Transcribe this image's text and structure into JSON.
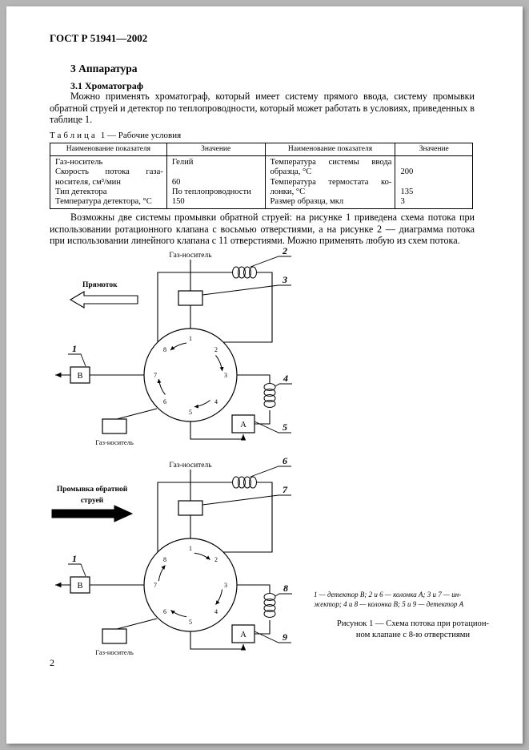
{
  "doc": {
    "header": "ГОСТ Р 51941—2002",
    "section_title": "3 Аппаратура",
    "subsection_title": "3.1 Хроматограф",
    "paragraph1": "Можно применять хроматограф, который имеет систему прямого ввода, систему промывки обратной струей и детектор по теплопроводности, который может работать в условиях, приведенных в таблице 1.",
    "paragraph2": "Возможны две системы промывки обратной струей: на рисунке 1 приведена схема потока при использовании ротационного клапана с восьмью отверстиями, а на рисунке 2 — диаграмма потока при использовании линейного клапана с 11 отверстиями. Можно применять любую из схем потока.",
    "page_number": "2"
  },
  "table": {
    "caption_word": "Таблица",
    "caption_rest": "1 — Рабочие условия",
    "headers": [
      "Наименование показателя",
      "Значение",
      "Наименование показателя",
      "Значение"
    ],
    "col1": [
      "Газ-носитель",
      "Скорость потока газа-",
      "носителя, см³/мин",
      "Тип детектора",
      "Температура детектора, °С"
    ],
    "col2": [
      "Гелий",
      "",
      "60",
      "По теплопроводности",
      "150"
    ],
    "col3": [
      "Температура системы ввода",
      "образца, °С",
      "Температура термостата ко-",
      "лонки, °С",
      "Размер образца, мкл"
    ],
    "col4": [
      "",
      "200",
      "",
      "135",
      "3"
    ]
  },
  "figure1": {
    "gas_in_label": "Газ-носитель",
    "mode_label": "Прямоток",
    "supply_label": "Газ-носитель",
    "detector_b_label": "В",
    "detector_a_label": "А",
    "ports": [
      "1",
      "2",
      "3",
      "4",
      "5",
      "6",
      "7",
      "8"
    ],
    "callouts": {
      "c1": "1",
      "c2": "2",
      "c3": "3",
      "c4": "4",
      "c5": "5"
    }
  },
  "figure2": {
    "gas_in_label": "Газ-носитель",
    "mode_label_line1": "Промывка обратной",
    "mode_label_line2": "струей",
    "supply_label": "Газ-носитель",
    "detector_b_label": "В",
    "detector_a_label": "А",
    "ports": [
      "1",
      "2",
      "3",
      "4",
      "5",
      "6",
      "7",
      "8"
    ],
    "callouts": {
      "c1": "1",
      "c6": "6",
      "c7": "7",
      "c8": "8",
      "c9": "9"
    }
  },
  "figure_caption": {
    "legend_line1": "1 — детектор В; 2 и 6 — колонка А; 3 и 7 — ин-",
    "legend_line2": "жектор; 4 и 8 — колонка В; 5 и 9 — детектор А",
    "caption_line1": "Рисунок 1 — Схема потока при ротацион-",
    "caption_line2": "ном клапане с 8-ю отверстиями"
  }
}
